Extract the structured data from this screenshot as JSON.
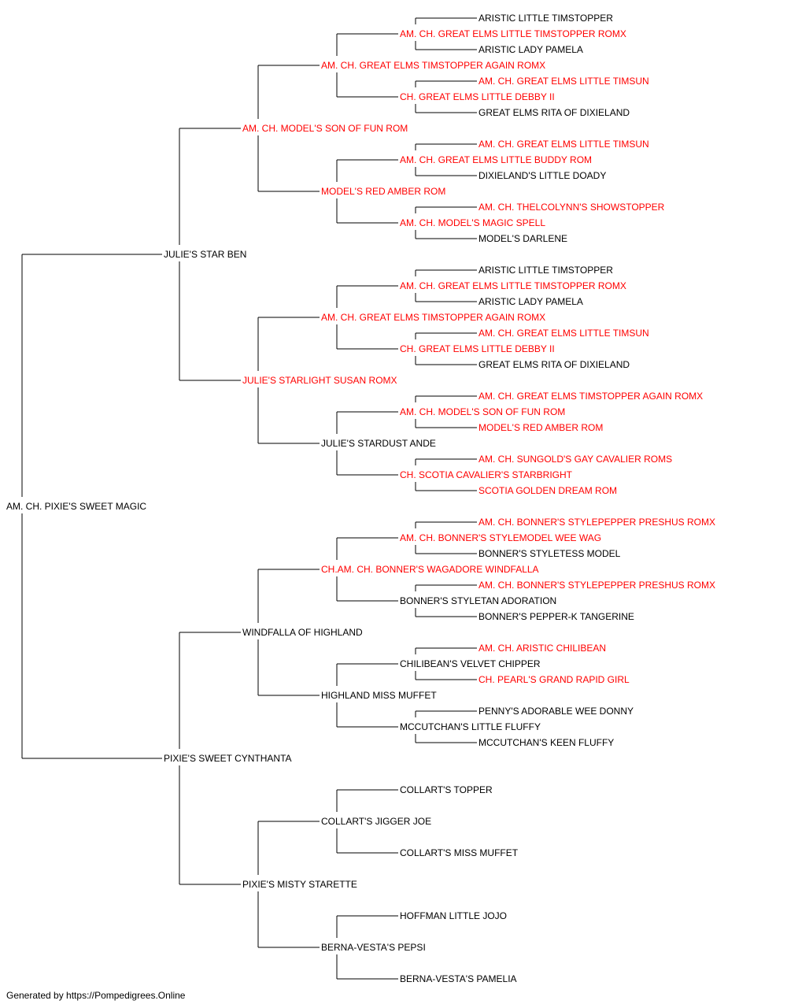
{
  "colors": {
    "champion": "#ff0000",
    "normal": "#000000",
    "line": "#000000"
  },
  "pedigree": {
    "name": "AM. CH. PIXIE'S SWEET MAGIC",
    "champion": false,
    "sire": {
      "name": "JULIE'S STAR BEN",
      "champion": false,
      "sire": {
        "name": "AM. CH. MODEL'S SON OF FUN ROM",
        "champion": true,
        "sire": {
          "name": "AM. CH. GREAT ELMS TIMSTOPPER AGAIN ROMX",
          "champion": true,
          "sire": {
            "name": "AM. CH. GREAT ELMS LITTLE TIMSTOPPER ROMX",
            "champion": true,
            "sire": {
              "name": "ARISTIC LITTLE TIMSTOPPER",
              "champion": false
            },
            "dam": {
              "name": "ARISTIC LADY PAMELA",
              "champion": false
            }
          },
          "dam": {
            "name": "CH. GREAT ELMS LITTLE DEBBY II",
            "champion": true,
            "sire": {
              "name": "AM. CH. GREAT ELMS LITTLE TIMSUN",
              "champion": true
            },
            "dam": {
              "name": "GREAT ELMS RITA OF DIXIELAND",
              "champion": false
            }
          }
        },
        "dam": {
          "name": "MODEL'S RED AMBER ROM",
          "champion": true,
          "sire": {
            "name": "AM. CH. GREAT ELMS LITTLE BUDDY ROM",
            "champion": true,
            "sire": {
              "name": "AM. CH. GREAT ELMS LITTLE TIMSUN",
              "champion": true
            },
            "dam": {
              "name": "DIXIELAND'S LITTLE DOADY",
              "champion": false
            }
          },
          "dam": {
            "name": "AM. CH. MODEL'S MAGIC SPELL",
            "champion": true,
            "sire": {
              "name": "AM. CH. THELCOLYNN'S SHOWSTOPPER",
              "champion": true
            },
            "dam": {
              "name": "MODEL'S DARLENE",
              "champion": false
            }
          }
        }
      },
      "dam": {
        "name": "JULIE'S STARLIGHT SUSAN ROMX",
        "champion": true,
        "sire": {
          "name": "AM. CH. GREAT ELMS TIMSTOPPER AGAIN ROMX",
          "champion": true,
          "sire": {
            "name": "AM. CH. GREAT ELMS LITTLE TIMSTOPPER ROMX",
            "champion": true,
            "sire": {
              "name": "ARISTIC LITTLE TIMSTOPPER",
              "champion": false
            },
            "dam": {
              "name": "ARISTIC LADY PAMELA",
              "champion": false
            }
          },
          "dam": {
            "name": "CH. GREAT ELMS LITTLE DEBBY II",
            "champion": true,
            "sire": {
              "name": "AM. CH. GREAT ELMS LITTLE TIMSUN",
              "champion": true
            },
            "dam": {
              "name": "GREAT ELMS RITA OF DIXIELAND",
              "champion": false
            }
          }
        },
        "dam": {
          "name": "JULIE'S STARDUST ANDE",
          "champion": false,
          "sire": {
            "name": "AM. CH. MODEL'S SON OF FUN ROM",
            "champion": true,
            "sire": {
              "name": "AM. CH. GREAT ELMS TIMSTOPPER AGAIN ROMX",
              "champion": true
            },
            "dam": {
              "name": "MODEL'S RED AMBER ROM",
              "champion": true
            }
          },
          "dam": {
            "name": "CH. SCOTIA CAVALIER'S STARBRIGHT",
            "champion": true,
            "sire": {
              "name": "AM. CH. SUNGOLD'S GAY CAVALIER ROMS",
              "champion": true
            },
            "dam": {
              "name": "SCOTIA GOLDEN DREAM ROM",
              "champion": true
            }
          }
        }
      }
    },
    "dam": {
      "name": "PIXIE'S SWEET CYNTHANTA",
      "champion": false,
      "sire": {
        "name": "WINDFALLA OF HIGHLAND",
        "champion": false,
        "sire": {
          "name": "CH.AM. CH. BONNER'S WAGADORE WINDFALLA",
          "champion": true,
          "sire": {
            "name": "AM. CH. BONNER'S STYLEMODEL WEE WAG",
            "champion": true,
            "sire": {
              "name": "AM. CH. BONNER'S STYLEPEPPER PRESHUS ROMX",
              "champion": true
            },
            "dam": {
              "name": "BONNER'S STYLETESS MODEL",
              "champion": false
            }
          },
          "dam": {
            "name": "BONNER'S STYLETAN ADORATION",
            "champion": false,
            "sire": {
              "name": "AM. CH. BONNER'S STYLEPEPPER PRESHUS ROMX",
              "champion": true
            },
            "dam": {
              "name": "BONNER'S PEPPER-K TANGERINE",
              "champion": false
            }
          }
        },
        "dam": {
          "name": "HIGHLAND MISS MUFFET",
          "champion": false,
          "sire": {
            "name": "CHILIBEAN'S VELVET CHIPPER",
            "champion": false,
            "sire": {
              "name": "AM. CH. ARISTIC CHILIBEAN",
              "champion": true
            },
            "dam": {
              "name": "CH. PEARL'S GRAND RAPID GIRL",
              "champion": true
            }
          },
          "dam": {
            "name": "MCCUTCHAN'S LITTLE FLUFFY",
            "champion": false,
            "sire": {
              "name": "PENNY'S ADORABLE WEE DONNY",
              "champion": false
            },
            "dam": {
              "name": "MCCUTCHAN'S KEEN FLUFFY",
              "champion": false
            }
          }
        }
      },
      "dam": {
        "name": "PIXIE'S MISTY STARETTE",
        "champion": false,
        "sire": {
          "name": "COLLART'S JIGGER JOE",
          "champion": false,
          "sire": {
            "name": "COLLART'S TOPPER",
            "champion": false
          },
          "dam": {
            "name": "COLLART'S MISS MUFFET",
            "champion": false
          }
        },
        "dam": {
          "name": "BERNA-VESTA'S PEPSI",
          "champion": false,
          "sire": {
            "name": "HOFFMAN LITTLE JOJO",
            "champion": false
          },
          "dam": {
            "name": "BERNA-VESTA'S PAMELIA",
            "champion": false
          }
        }
      }
    }
  },
  "footer": "Generated by https://Pompedigrees.Online"
}
